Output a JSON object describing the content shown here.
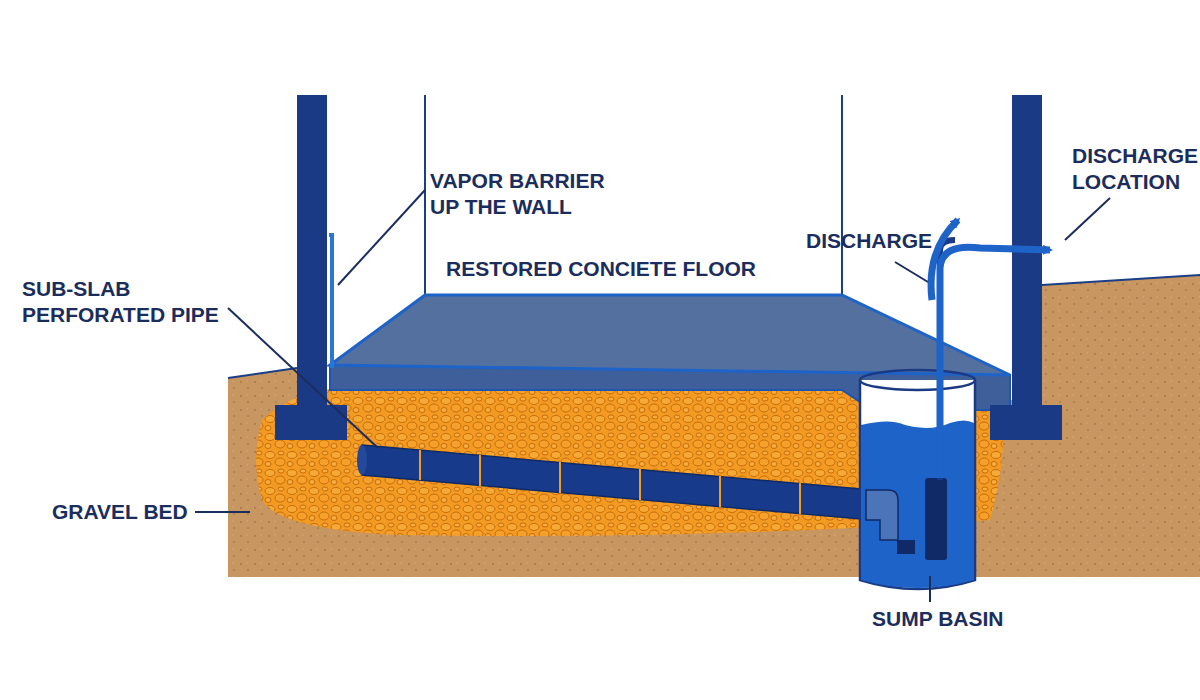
{
  "diagram": {
    "labels": [
      "VAPOR BARRIER UP THE WALL",
      "SUB-SLAB PERFORATED PIPE",
      "RESTORED CONCIETE FLOOR",
      "GRAVEL BED",
      "DISCHARGE",
      "DISCHARGE LOCATION",
      "SUMP BASIN"
    ]
  }
}
